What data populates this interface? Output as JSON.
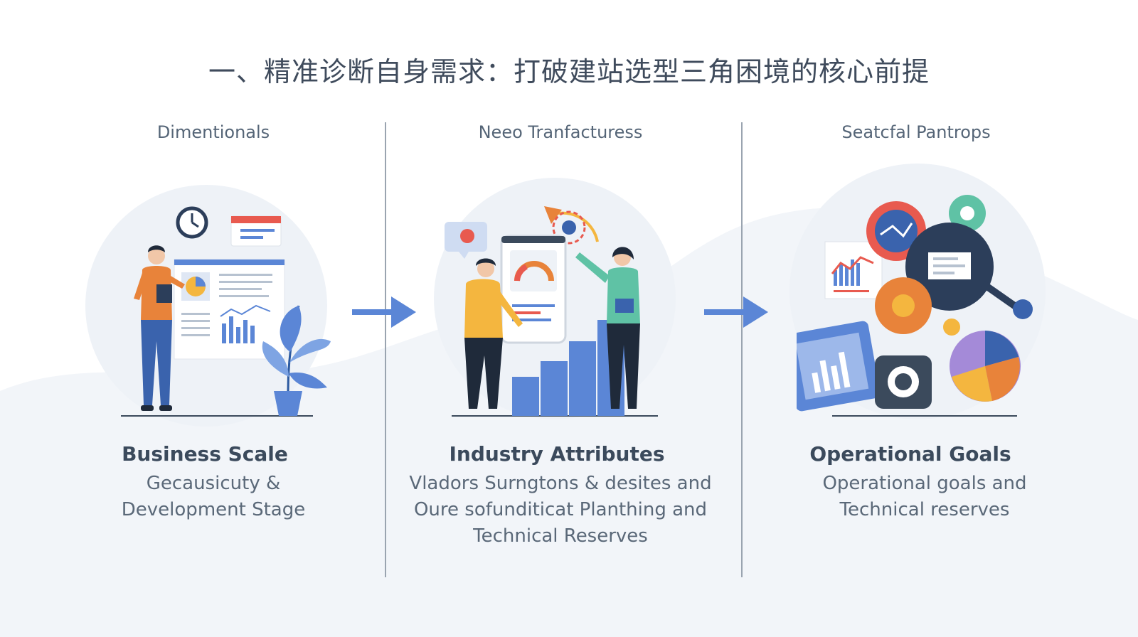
{
  "title": "一、精准诊断自身需求：打破建站选型三角困境的核心前提",
  "columns": [
    {
      "header": "Dimentionals",
      "title": "Business Scale",
      "desc": [
        "Gecausicuty &",
        "Development Stage"
      ]
    },
    {
      "header": "Neeo Tranfacturess",
      "title": "Industry Attributes",
      "desc": [
        "Vladors Surngtons & desites and",
        "Oure sofunditicat Planthing and",
        "Technical Reserves"
      ]
    },
    {
      "header": "Seatcfal Pantrops",
      "title": "Operational Goals",
      "desc": [
        "Operational goals and",
        "Technical reserves"
      ]
    }
  ],
  "colors": {
    "blue": "#5b86d6",
    "orange": "#e8833a",
    "yellow": "#f4b63f",
    "teal": "#5fc2a5",
    "navy": "#2c3e5a",
    "red": "#e85a4f",
    "bg_blob": "#eef2f7"
  }
}
